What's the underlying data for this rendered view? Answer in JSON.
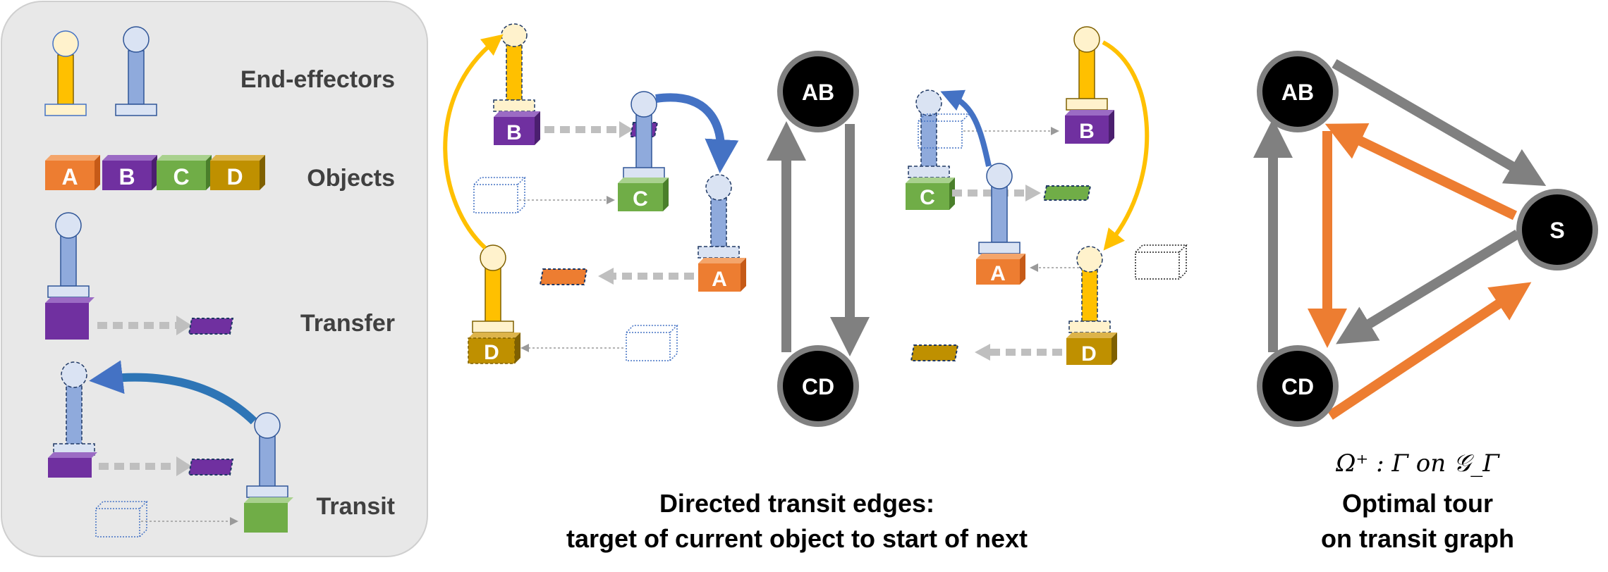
{
  "legend": {
    "end_effectors": "End-effectors",
    "objects": "Objects",
    "transfer": "Transfer",
    "transit": "Transit",
    "object_labels": [
      "A",
      "B",
      "C",
      "D"
    ]
  },
  "middle": {
    "caption_line1": "Directed transit edges:",
    "caption_line2": "target of current object to start of next",
    "nodes": [
      "AB",
      "CD"
    ]
  },
  "right": {
    "formula": "Ω⁺ : Γ on 𝒢_Γ",
    "caption_line1": "Optimal tour",
    "caption_line2": "on transit graph",
    "nodes": [
      "AB",
      "S",
      "CD"
    ]
  },
  "colors": {
    "orange_box": "#ED7D31",
    "purple_box": "#7030A0",
    "green_box": "#70AD47",
    "gold_box": "#BF9000",
    "blue_arm": "#8FAADC",
    "yellow_arm": "#FFC000",
    "blue_arrow": "#4472C4",
    "gray_edge": "#808080",
    "orange_edge": "#ED7D31"
  }
}
